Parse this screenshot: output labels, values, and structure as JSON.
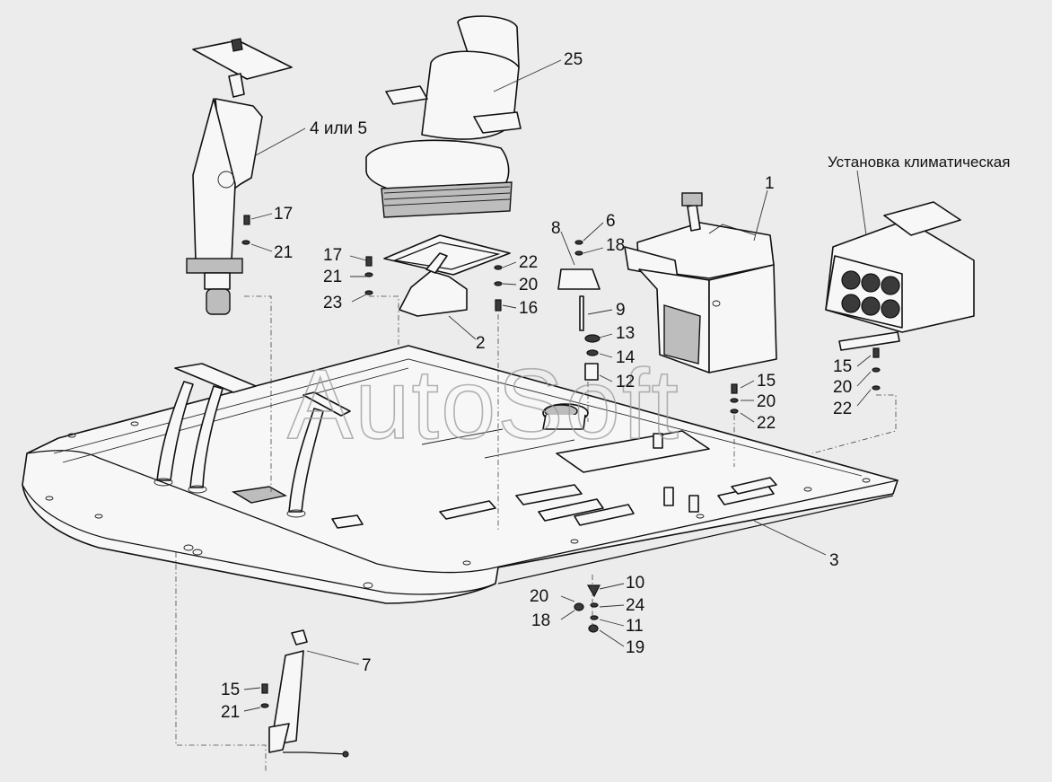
{
  "watermark": "AutoSoft",
  "callouts": {
    "c25": "25",
    "c4or5": "4 или 5",
    "c_climate": "Установка климатическая",
    "c1": "1",
    "c17a": "17",
    "c21a": "21",
    "c17b": "17",
    "c21b": "21",
    "c23": "23",
    "c22a": "22",
    "c20a": "20",
    "c16": "16",
    "c2": "2",
    "c8": "8",
    "c6": "6",
    "c18a": "18",
    "c9": "9",
    "c13": "13",
    "c14": "14",
    "c12": "12",
    "c15a": "15",
    "c20b": "20",
    "c22b": "22",
    "c15b": "15",
    "c20c": "20",
    "c22c": "22",
    "c3": "3",
    "c10": "10",
    "c20d": "20",
    "c24": "24",
    "c18b": "18",
    "c11": "11",
    "c19": "19",
    "c7": "7",
    "c15c": "15",
    "c21c": "21"
  }
}
